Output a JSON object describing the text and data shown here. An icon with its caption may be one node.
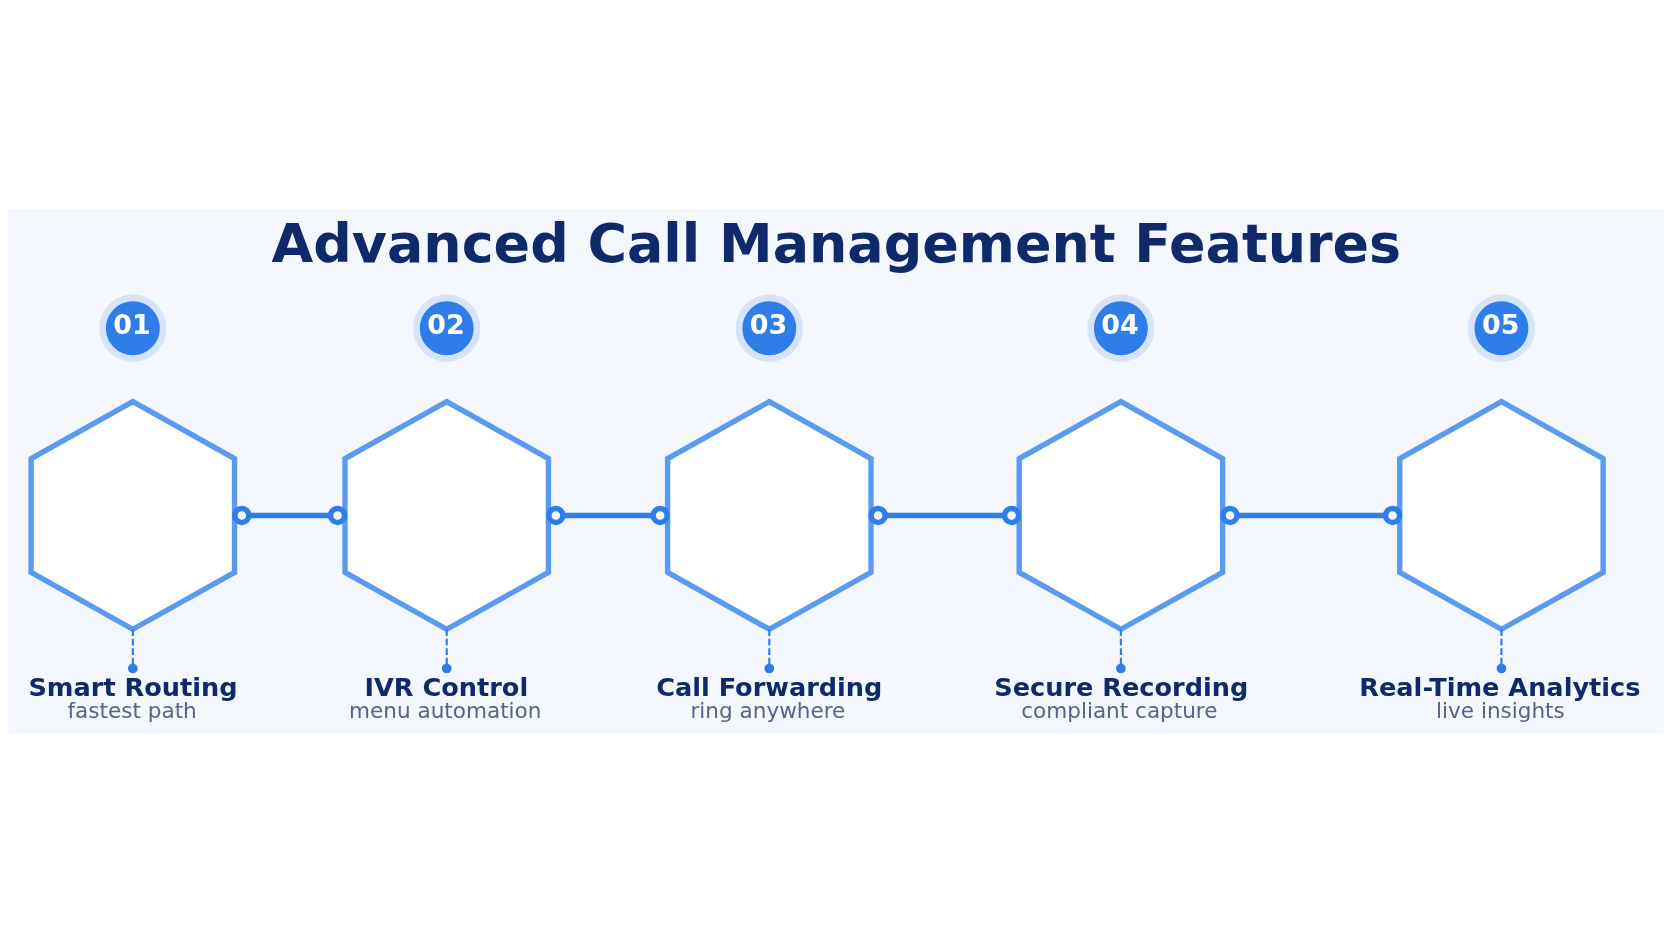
{
  "diagram": {
    "title": "Advanced Call Management Features",
    "nodes": [
      {
        "text": [
          "01"
        ]
      },
      {
        "text": [],
        "shape": "hexagon"
      },
      {
        "text": [
          "Smart Routing",
          "fastest path"
        ]
      },
      {
        "text": [
          "02"
        ]
      },
      {
        "text": [],
        "shape": "hexagon"
      },
      {
        "text": [
          "IVR Control",
          "menu automation"
        ]
      },
      {
        "text": [
          "03"
        ]
      },
      {
        "text": [],
        "shape": "hexagon"
      },
      {
        "text": [
          "Call Forwarding",
          "ring anywhere"
        ]
      },
      {
        "text": [
          "04"
        ]
      },
      {
        "text": [],
        "shape": "hexagon"
      },
      {
        "text": [
          "Secure Recording",
          "compliant capture"
        ]
      },
      {
        "text": [
          "05"
        ]
      },
      {
        "text": [],
        "shape": "hexagon"
      },
      {
        "text": [
          "Real-Time Analytics",
          "live insights"
        ]
      }
    ],
    "edges": [
      {
        "from": 1,
        "to": 4,
        "arrow": "other",
        "style": "thick"
      },
      {
        "from": 4,
        "to": 7,
        "arrow": "other",
        "style": "thick"
      },
      {
        "from": 7,
        "to": 10,
        "arrow": "other",
        "style": "thick"
      },
      {
        "from": 10,
        "to": 13,
        "arrow": "other",
        "style": "thick"
      },
      {
        "from": 1,
        "to": 2,
        "arrow": "other",
        "style": "dashed"
      },
      {
        "from": 4,
        "to": 5,
        "arrow": "other",
        "style": "dashed"
      },
      {
        "from": 7,
        "to": 8,
        "arrow": "other",
        "style": "dashed"
      },
      {
        "from": 10,
        "to": 11,
        "arrow": "other",
        "style": "dashed"
      },
      {
        "from": 13,
        "to": 14,
        "arrow": "other",
        "style": "dashed"
      }
    ]
  }
}
